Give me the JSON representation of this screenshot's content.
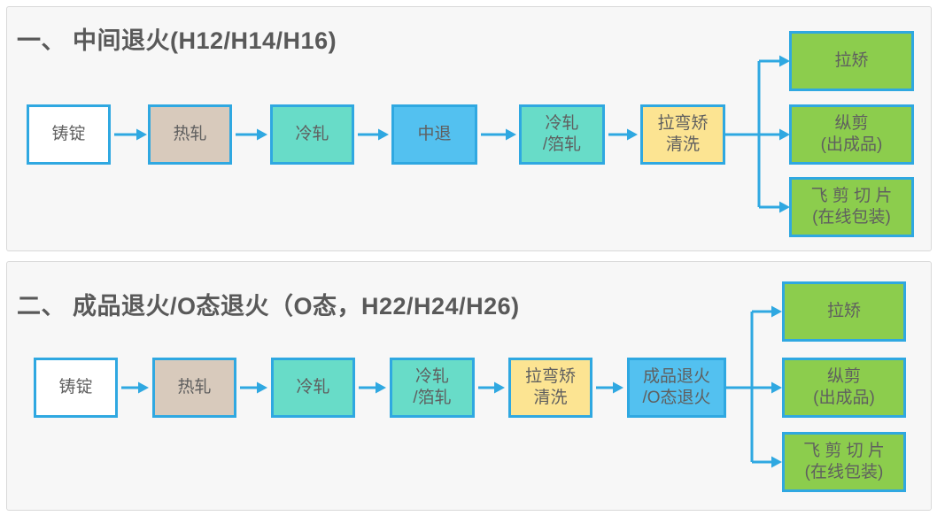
{
  "colors": {
    "blue": "#2fa8e1",
    "arrow": "#2fa8e1",
    "tan": "#d8cabc",
    "teal": "#68dcc8",
    "sky": "#53c1f0",
    "yellow": "#fce492",
    "green": "#8ccd4d",
    "panelbg": "#f7f7f7",
    "panelborder": "#d9d9d9",
    "text": "#5f5f5f",
    "title": "#595959"
  },
  "panels": [
    {
      "title": "一、 中间退火(H12/H14/H16)",
      "flow": [
        {
          "lines": [
            "铸锭"
          ]
        },
        {
          "lines": [
            "热轧"
          ]
        },
        {
          "lines": [
            "冷轧"
          ]
        },
        {
          "lines": [
            "中退"
          ]
        },
        {
          "lines": [
            "冷轧",
            "/箔轧"
          ]
        },
        {
          "lines": [
            "拉弯矫",
            "清洗"
          ]
        }
      ],
      "outputs": [
        {
          "lines": [
            "拉矫"
          ]
        },
        {
          "lines": [
            "纵剪",
            "(出成品)"
          ]
        },
        {
          "lines": [
            "飞 剪 切 片",
            "(在线包装)"
          ]
        }
      ]
    },
    {
      "title": "二、 成品退火/O态退火（O态，H22/H24/H26)",
      "flow": [
        {
          "lines": [
            "铸锭"
          ]
        },
        {
          "lines": [
            "热轧"
          ]
        },
        {
          "lines": [
            "冷轧"
          ]
        },
        {
          "lines": [
            "冷轧",
            "/箔轧"
          ]
        },
        {
          "lines": [
            "拉弯矫",
            "清洗"
          ]
        },
        {
          "lines": [
            "成品退火",
            "/O态退火"
          ]
        }
      ],
      "outputs": [
        {
          "lines": [
            "拉矫"
          ]
        },
        {
          "lines": [
            "纵剪",
            "(出成品)"
          ]
        },
        {
          "lines": [
            "飞 剪 切 片",
            "(在线包装)"
          ]
        }
      ]
    }
  ]
}
